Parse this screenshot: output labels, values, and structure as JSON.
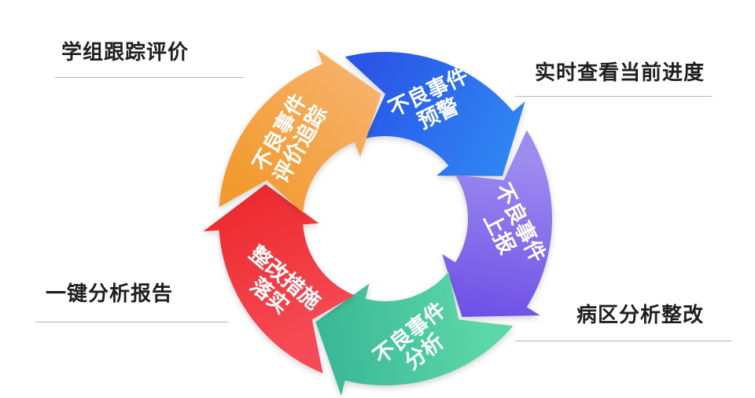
{
  "labels": {
    "top_left": "学组跟踪评价",
    "top_right": "实时查看当前进度",
    "bottom_left": "一键分析报告",
    "bottom_right": "病区分析整改"
  },
  "segments": [
    {
      "line1": "不良事件",
      "line2": "预警",
      "color_start": "#2A57E8",
      "color_end": "#2F86F2"
    },
    {
      "line1": "不良事件",
      "line2": "上报",
      "color_start": "#9D8CF0",
      "color_end": "#6E4FE6"
    },
    {
      "line1": "不良事件",
      "line2": "分析",
      "color_start": "#5CD7A8",
      "color_end": "#39B795"
    },
    {
      "line1": "整改措施",
      "line2": "落实",
      "color_start": "#F64C57",
      "color_end": "#EC2A2E"
    },
    {
      "line1": "不良事件",
      "line2": "评价追踪",
      "color_start": "#F29A2E",
      "color_end": "#F7B26A"
    }
  ]
}
